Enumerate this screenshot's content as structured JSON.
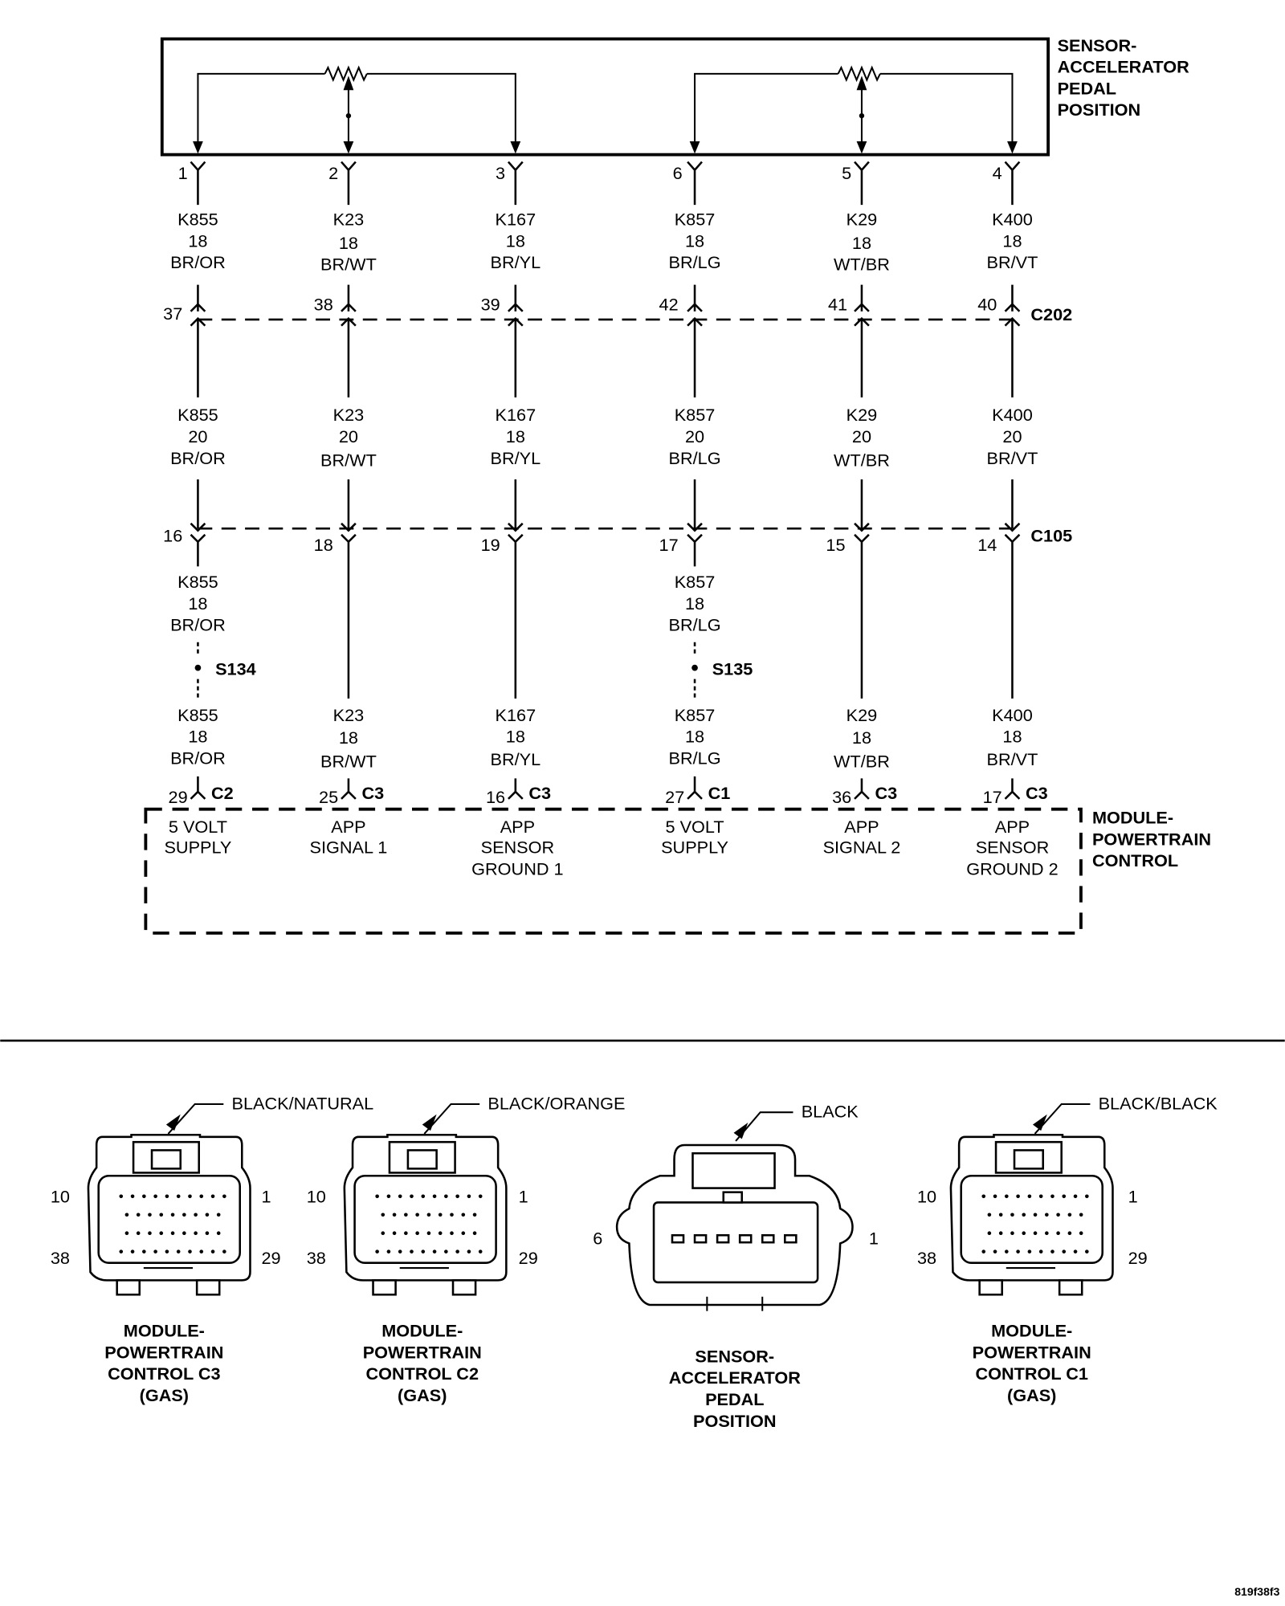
{
  "sensor_title": [
    "SENSOR-",
    "ACCELERATOR",
    "PEDAL",
    "POSITION"
  ],
  "pcm_title": [
    "MODULE-",
    "POWERTRAIN",
    "CONTROL"
  ],
  "connectors": {
    "c202": "C202",
    "c105": "C105"
  },
  "splices": {
    "s134": "S134",
    "s135": "S135"
  },
  "circuits": [
    {
      "sensor_pin": "1",
      "wire1": [
        "K855",
        "18",
        "BR/OR"
      ],
      "c202_pin": "37",
      "wire2": [
        "K855",
        "20",
        "BR/OR"
      ],
      "c105_pin": "16",
      "wire3": [
        "K855",
        "18",
        "BR/OR"
      ],
      "wire4": [
        "K855",
        "18",
        "BR/OR"
      ],
      "pcm_pin": "29",
      "pcm_conn": "C2",
      "function": [
        "5 VOLT",
        "SUPPLY"
      ]
    },
    {
      "sensor_pin": "2",
      "wire1": [
        "K23",
        "18",
        "BR/WT"
      ],
      "c202_pin": "38",
      "wire2": [
        "K23",
        "20",
        "BR/WT"
      ],
      "c105_pin": "18",
      "wire4": [
        "K23",
        "18",
        "BR/WT"
      ],
      "pcm_pin": "25",
      "pcm_conn": "C3",
      "function": [
        "APP",
        "SIGNAL 1"
      ]
    },
    {
      "sensor_pin": "3",
      "wire1": [
        "K167",
        "18",
        "BR/YL"
      ],
      "c202_pin": "39",
      "wire2": [
        "K167",
        "18",
        "BR/YL"
      ],
      "c105_pin": "19",
      "wire4": [
        "K167",
        "18",
        "BR/YL"
      ],
      "pcm_pin": "16",
      "pcm_conn": "C3",
      "function": [
        "APP",
        "SENSOR",
        "GROUND 1"
      ]
    },
    {
      "sensor_pin": "6",
      "wire1": [
        "K857",
        "18",
        "BR/LG"
      ],
      "c202_pin": "42",
      "wire2": [
        "K857",
        "20",
        "BR/LG"
      ],
      "c105_pin": "17",
      "wire3": [
        "K857",
        "18",
        "BR/LG"
      ],
      "wire4": [
        "K857",
        "18",
        "BR/LG"
      ],
      "pcm_pin": "27",
      "pcm_conn": "C1",
      "function": [
        "5 VOLT",
        "SUPPLY"
      ]
    },
    {
      "sensor_pin": "5",
      "wire1": [
        "K29",
        "18",
        "WT/BR"
      ],
      "c202_pin": "41",
      "wire2": [
        "K29",
        "20",
        "WT/BR"
      ],
      "c105_pin": "15",
      "wire4": [
        "K29",
        "18",
        "WT/BR"
      ],
      "pcm_pin": "36",
      "pcm_conn": "C3",
      "function": [
        "APP",
        "SIGNAL 2"
      ]
    },
    {
      "sensor_pin": "4",
      "wire1": [
        "K400",
        "18",
        "BR/VT"
      ],
      "c202_pin": "40",
      "wire2": [
        "K400",
        "20",
        "BR/VT"
      ],
      "c105_pin": "14",
      "wire4": [
        "K400",
        "18",
        "BR/VT"
      ],
      "pcm_pin": "17",
      "pcm_conn": "C3",
      "function": [
        "APP",
        "SENSOR",
        "GROUND 2"
      ]
    }
  ],
  "connector_views": [
    {
      "color": "BLACK/NATURAL",
      "pins": {
        "top_left": "10",
        "top_right": "1",
        "bottom_left": "38",
        "bottom_right": "29"
      },
      "title": [
        "MODULE-",
        "POWERTRAIN",
        "CONTROL C3",
        "(GAS)"
      ]
    },
    {
      "color": "BLACK/ORANGE",
      "pins": {
        "top_left": "10",
        "top_right": "1",
        "bottom_left": "38",
        "bottom_right": "29"
      },
      "title": [
        "MODULE-",
        "POWERTRAIN",
        "CONTROL C2",
        "(GAS)"
      ]
    },
    {
      "color": "BLACK",
      "pins": {
        "left": "6",
        "right": "1"
      },
      "title": [
        "SENSOR-",
        "ACCELERATOR",
        "PEDAL",
        "POSITION"
      ]
    },
    {
      "color": "BLACK/BLACK",
      "pins": {
        "top_left": "10",
        "top_right": "1",
        "bottom_left": "38",
        "bottom_right": "29"
      },
      "title": [
        "MODULE-",
        "POWERTRAIN",
        "CONTROL C1",
        "(GAS)"
      ]
    }
  ],
  "figure_id": "819f38f3"
}
